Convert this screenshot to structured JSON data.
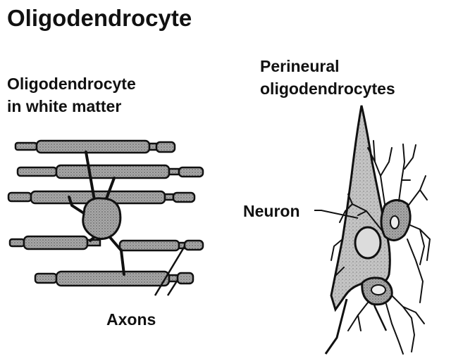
{
  "title": "Oligodendrocyte",
  "left_panel": {
    "caption_line1": "Oligodendrocyte",
    "caption_line2": "in white matter",
    "axons_label": "Axons"
  },
  "right_panel": {
    "caption_line1": "Perineural",
    "caption_line2": "oligodendrocytes",
    "neuron_label": "Neuron"
  },
  "colors": {
    "ink": "#111111",
    "axon_fill": "#9a9a9a",
    "cell_fill": "#8c8c8c",
    "neuron_fill": "#b8b8b8",
    "nucleus_fill": "#dcdcdc"
  }
}
